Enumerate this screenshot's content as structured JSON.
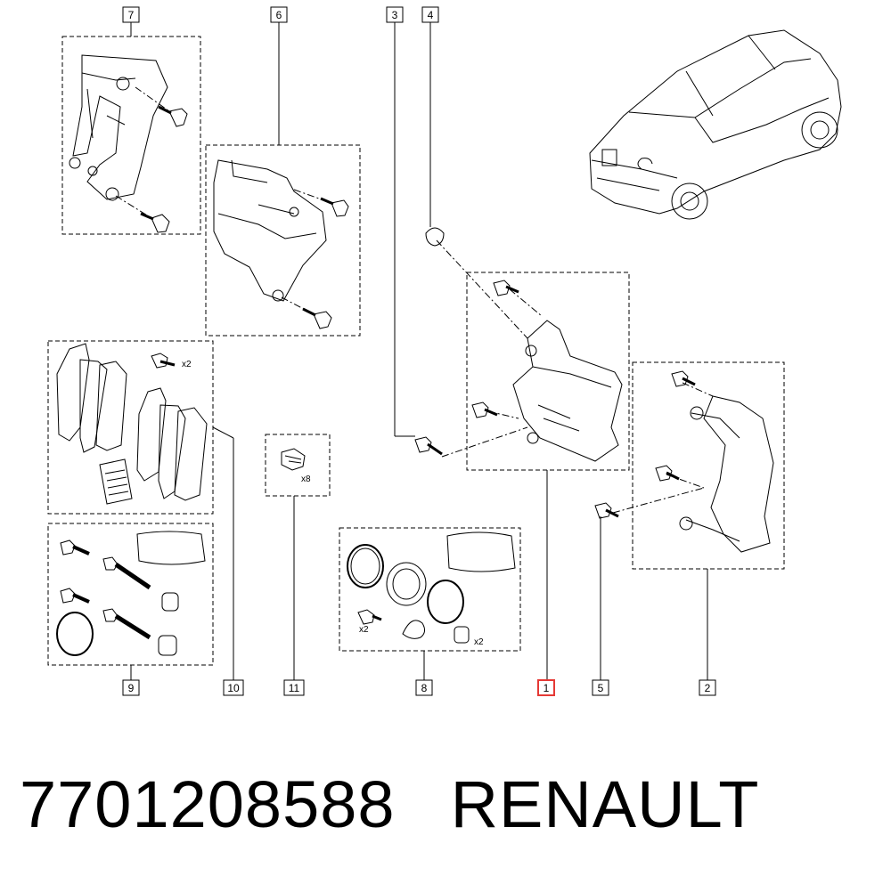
{
  "callouts": {
    "c1": "1",
    "c2": "2",
    "c3": "3",
    "c4": "4",
    "c5": "5",
    "c6": "6",
    "c7": "7",
    "c8": "8",
    "c9": "9",
    "c10": "10",
    "c11": "11"
  },
  "quantities": {
    "pads": "x2",
    "clips": "x8",
    "bolt8": "x2",
    "bush8": "x2"
  },
  "highlight_color": "#e53935",
  "footer": {
    "part_number": "7701208588",
    "brand": "RENAULT"
  }
}
